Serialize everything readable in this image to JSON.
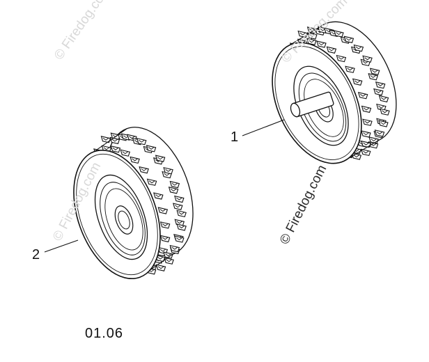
{
  "diagram": {
    "callouts": [
      {
        "id": "1",
        "label": "1"
      },
      {
        "id": "2",
        "label": "2"
      }
    ],
    "code": "01.06",
    "watermark": "© Firedog.com",
    "colors": {
      "line": "#111111",
      "watermark_faint": "#d8d8d8",
      "watermark_dark": "#2a2a2a"
    }
  }
}
